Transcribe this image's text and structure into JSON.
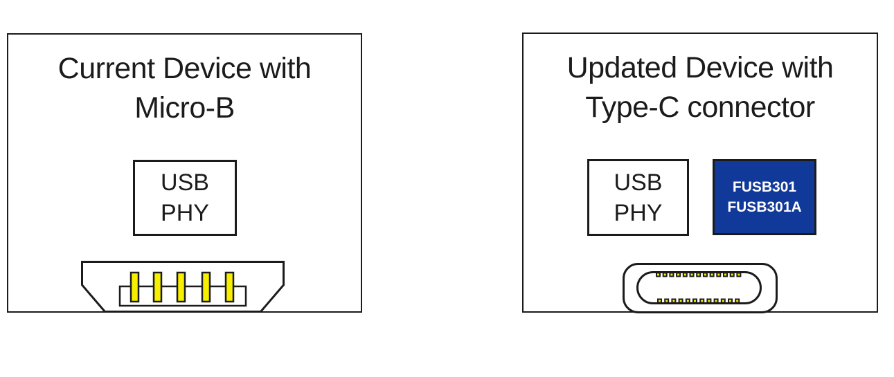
{
  "panels": {
    "left": {
      "title_line1": "Current Device with",
      "title_line2": "Micro-B",
      "phy_line1": "USB",
      "phy_line2": "PHY",
      "connector_icon": "micro-b-connector-icon"
    },
    "right": {
      "title_line1": "Updated Device with",
      "title_line2": "Type-C connector",
      "phy_line1": "USB",
      "phy_line2": "PHY",
      "chip_line1": "FUSB301",
      "chip_line2": "FUSB301A",
      "connector_icon": "type-c-connector-icon"
    }
  },
  "colors": {
    "outline": "#1b1b1b",
    "pin_yellow": "#F7EE00",
    "chip_blue": "#11399A",
    "chip_text": "#ffffff",
    "background": "#ffffff",
    "shape_fill": "#ffffff"
  }
}
